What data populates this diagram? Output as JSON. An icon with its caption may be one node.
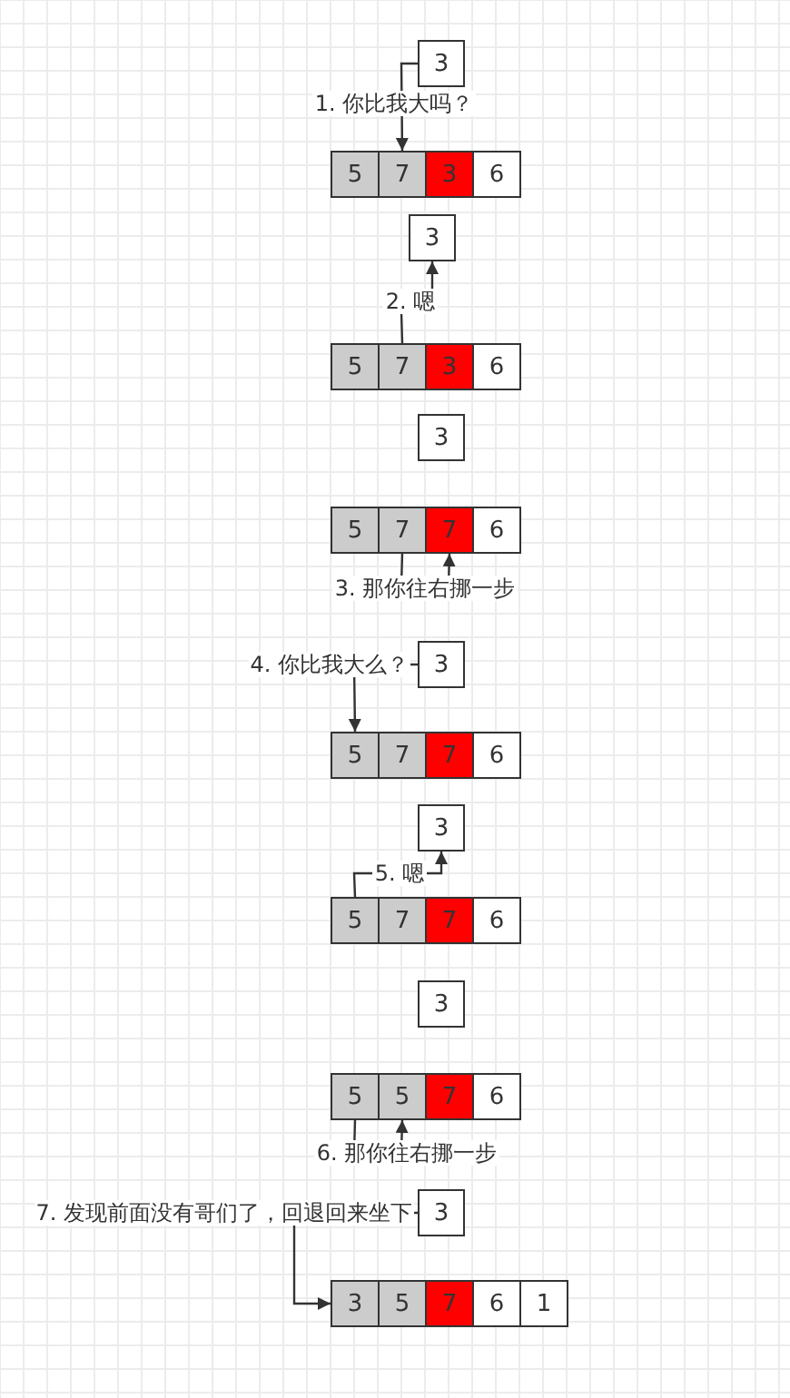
{
  "diagram": {
    "nodes": [
      {
        "text": [
          "3"
        ]
      },
      {
        "text": [
          "5"
        ]
      },
      {
        "text": [
          "7"
        ]
      },
      {
        "text": [
          "3"
        ]
      },
      {
        "text": [
          "6"
        ]
      },
      {
        "text": [
          "3"
        ]
      },
      {
        "text": [
          "5"
        ]
      },
      {
        "text": [
          "7"
        ]
      },
      {
        "text": [
          "3"
        ]
      },
      {
        "text": [
          "6"
        ]
      },
      {
        "text": [
          "3"
        ]
      },
      {
        "text": [
          "5"
        ]
      },
      {
        "text": [
          "7"
        ]
      },
      {
        "text": [
          "7"
        ]
      },
      {
        "text": [
          "6"
        ]
      },
      {
        "text": [
          "3"
        ]
      },
      {
        "text": [
          "5"
        ]
      },
      {
        "text": [
          "7"
        ]
      },
      {
        "text": [
          "7"
        ]
      },
      {
        "text": [
          "6"
        ]
      },
      {
        "text": [
          "3"
        ]
      },
      {
        "text": [
          "5"
        ]
      },
      {
        "text": [
          "7"
        ]
      },
      {
        "text": [
          "7"
        ]
      },
      {
        "text": [
          "6"
        ]
      },
      {
        "text": [
          "3"
        ]
      },
      {
        "text": [
          "5"
        ]
      },
      {
        "text": [
          "5"
        ]
      },
      {
        "text": [
          "7"
        ]
      },
      {
        "text": [
          "6"
        ]
      },
      {
        "text": [
          "3"
        ]
      },
      {
        "text": [
          "3"
        ]
      },
      {
        "text": [
          "5"
        ]
      },
      {
        "text": [
          "7"
        ]
      },
      {
        "text": [
          "6"
        ]
      },
      {
        "text": [
          "1"
        ]
      }
    ],
    "edges": [
      {
        "from": 0,
        "to": 2,
        "arrow": "to",
        "label": "1.  你比我大吗？"
      },
      {
        "from": 7,
        "to": 5,
        "arrow": "to",
        "label": "2.  嗯"
      },
      {
        "from": 12,
        "to": 13,
        "arrow": "to",
        "label": "3.  那你往右挪一步"
      },
      {
        "from": 15,
        "to": 16,
        "arrow": "to",
        "label": "4.  你比我大么？"
      },
      {
        "from": 21,
        "to": 20,
        "arrow": "to",
        "label": "5.  嗯"
      },
      {
        "from": 26,
        "to": 27,
        "arrow": "to",
        "label": "6.  那你往右挪一步"
      },
      {
        "from": 30,
        "to": 31,
        "arrow": "to",
        "label": "7.  发现前面没有哥们了，回退回来坐下"
      }
    ]
  }
}
